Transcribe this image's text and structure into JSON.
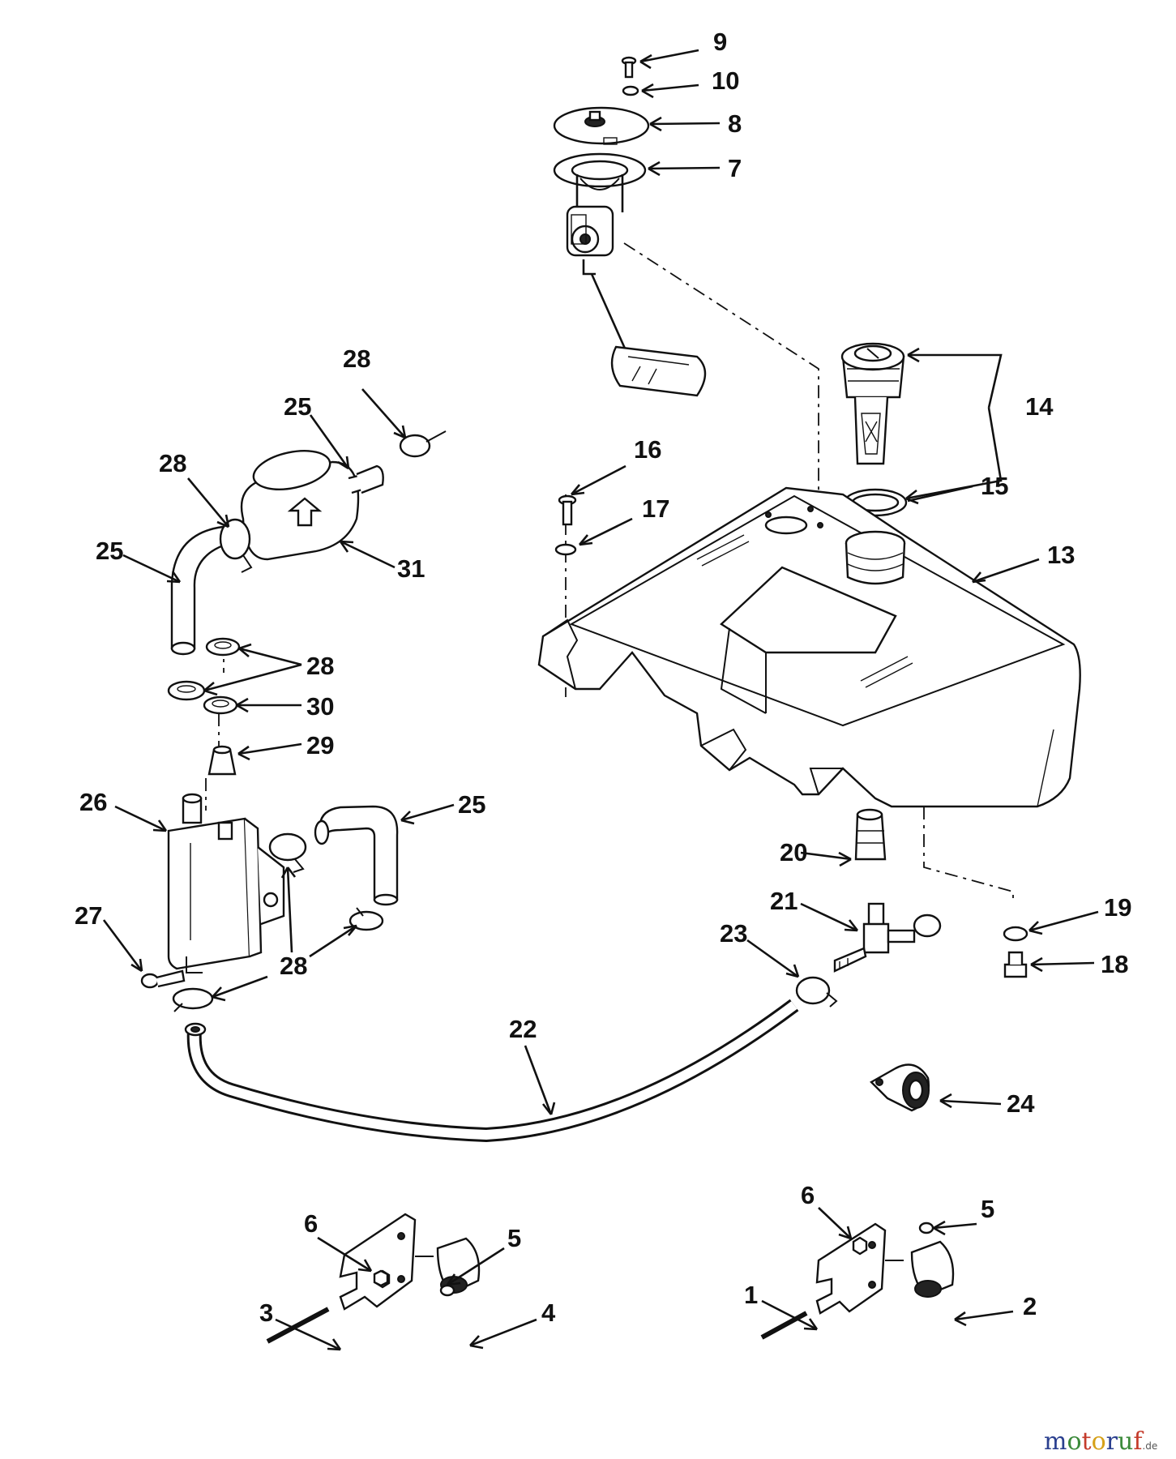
{
  "labels": [
    {
      "id": "label-9",
      "text": "9"
    },
    {
      "id": "label-10",
      "text": "10"
    },
    {
      "id": "label-8",
      "text": "8"
    },
    {
      "id": "label-7",
      "text": "7"
    },
    {
      "id": "label-14",
      "text": "14"
    },
    {
      "id": "label-15",
      "text": "15"
    },
    {
      "id": "label-16",
      "text": "16"
    },
    {
      "id": "label-17",
      "text": "17"
    },
    {
      "id": "label-13",
      "text": "13"
    },
    {
      "id": "label-28a",
      "text": "28"
    },
    {
      "id": "label-25a",
      "text": "25"
    },
    {
      "id": "label-28b",
      "text": "28"
    },
    {
      "id": "label-25b",
      "text": "25"
    },
    {
      "id": "label-31",
      "text": "31"
    },
    {
      "id": "label-28c",
      "text": "28"
    },
    {
      "id": "label-30",
      "text": "30"
    },
    {
      "id": "label-29",
      "text": "29"
    },
    {
      "id": "label-26",
      "text": "26"
    },
    {
      "id": "label-25c",
      "text": "25"
    },
    {
      "id": "label-27",
      "text": "27"
    },
    {
      "id": "label-28d",
      "text": "28"
    },
    {
      "id": "label-20",
      "text": "20"
    },
    {
      "id": "label-21",
      "text": "21"
    },
    {
      "id": "label-23",
      "text": "23"
    },
    {
      "id": "label-19",
      "text": "19"
    },
    {
      "id": "label-18",
      "text": "18"
    },
    {
      "id": "label-22",
      "text": "22"
    },
    {
      "id": "label-24",
      "text": "24"
    },
    {
      "id": "label-6a",
      "text": "6"
    },
    {
      "id": "label-5a",
      "text": "5"
    },
    {
      "id": "label-3",
      "text": "3"
    },
    {
      "id": "label-4",
      "text": "4"
    },
    {
      "id": "label-6b",
      "text": "6"
    },
    {
      "id": "label-5b",
      "text": "5"
    },
    {
      "id": "label-1",
      "text": "1"
    },
    {
      "id": "label-2",
      "text": "2"
    }
  ],
  "watermark": {
    "letters": [
      "m",
      "o",
      "t",
      "o",
      "r",
      "u",
      "f"
    ],
    "colors": [
      "#2a3f8f",
      "#3b8a3a",
      "#c43b2b",
      "#d6a11a",
      "#2a3f8f",
      "#3b8a3a",
      "#c43b2b"
    ],
    "suffix": ".de"
  }
}
